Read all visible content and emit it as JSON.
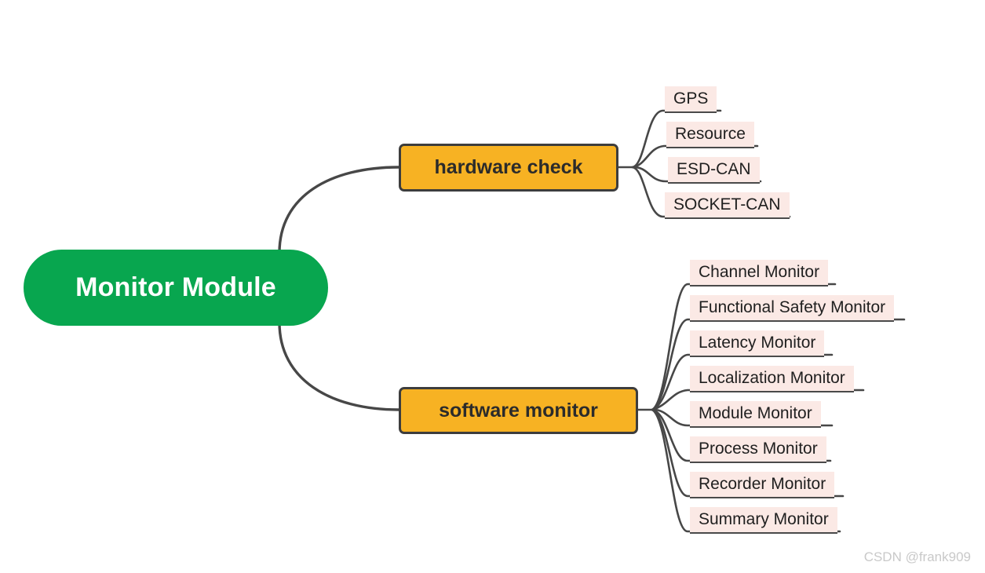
{
  "diagram": {
    "type": "mind-map",
    "background_color": "#ffffff",
    "root": {
      "label": "Monitor Module",
      "fill_color": "#08a64f",
      "text_color": "#ffffff"
    },
    "branches": [
      {
        "id": "hardware",
        "label": "hardware check",
        "fill_color": "#f7b223",
        "border_color": "#3d3d3d",
        "text_color": "#2b2b2b",
        "leaves": [
          {
            "label": "GPS"
          },
          {
            "label": "Resource"
          },
          {
            "label": "ESD-CAN"
          },
          {
            "label": "SOCKET-CAN"
          }
        ]
      },
      {
        "id": "software",
        "label": "software monitor",
        "fill_color": "#f7b223",
        "border_color": "#3d3d3d",
        "text_color": "#2b2b2b",
        "leaves": [
          {
            "label": "Channel Monitor"
          },
          {
            "label": "Functional Safety Monitor"
          },
          {
            "label": "Latency Monitor"
          },
          {
            "label": "Localization Monitor"
          },
          {
            "label": "Module Monitor"
          },
          {
            "label": "Process Monitor"
          },
          {
            "label": "Recorder Monitor"
          },
          {
            "label": "Summary Monitor"
          }
        ]
      }
    ],
    "leaf_style": {
      "fill_color": "#fbe9e5",
      "underline_color": "#4a4a4a",
      "text_color": "#1f1f1f"
    },
    "edge_color": "#474747"
  },
  "watermark": {
    "text": "CSDN @frank909",
    "color": "#c9c9c9"
  }
}
